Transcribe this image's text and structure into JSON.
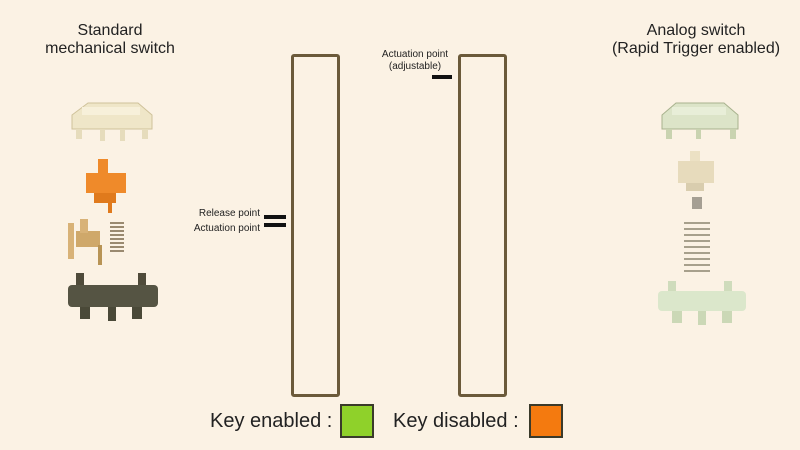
{
  "left_switch": {
    "title_line1": "Standard",
    "title_line2": "mechanical switch"
  },
  "right_switch": {
    "title_line1": "Analog switch",
    "title_line2": "(Rapid Trigger enabled)"
  },
  "left_bar": {
    "release_label": "Release point",
    "actuation_label": "Actuation point"
  },
  "right_bar": {
    "actuation_label_line1": "Actuation point",
    "actuation_label_line2": "(adjustable)"
  },
  "legend": {
    "enabled_label": "Key enabled :",
    "disabled_label": "Key disabled :",
    "enabled_color": "#8fd12a",
    "disabled_color": "#f47a0f"
  },
  "colors": {
    "background": "#fbf2e4",
    "bar_outline": "#6b5a3a",
    "marker": "#111111"
  }
}
